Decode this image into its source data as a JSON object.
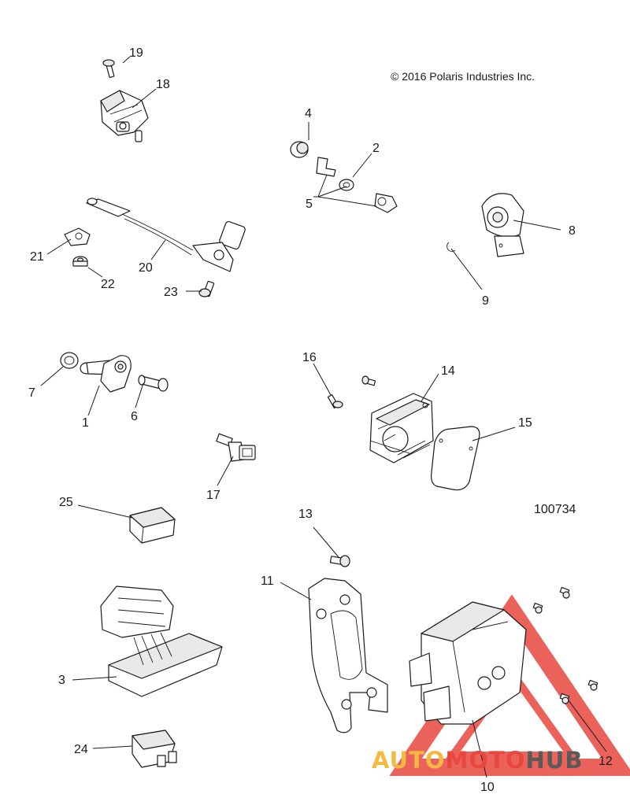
{
  "copyright": "© 2016 Polaris Industries Inc.",
  "figure_number": "100734",
  "callouts": [
    "1",
    "2",
    "3",
    "4",
    "5",
    "6",
    "7",
    "8",
    "9",
    "10",
    "11",
    "12",
    "13",
    "14",
    "15",
    "16",
    "17",
    "18",
    "19",
    "20",
    "21",
    "22",
    "23",
    "24",
    "25"
  ],
  "watermark": {
    "part1": "AUTO",
    "part2": "MOTO",
    "part3": "HUB",
    "colors": {
      "part1": "#f4b942",
      "part2": "#e8473f",
      "part3": "#5a5a5a",
      "triangle": "#e8473f"
    }
  }
}
